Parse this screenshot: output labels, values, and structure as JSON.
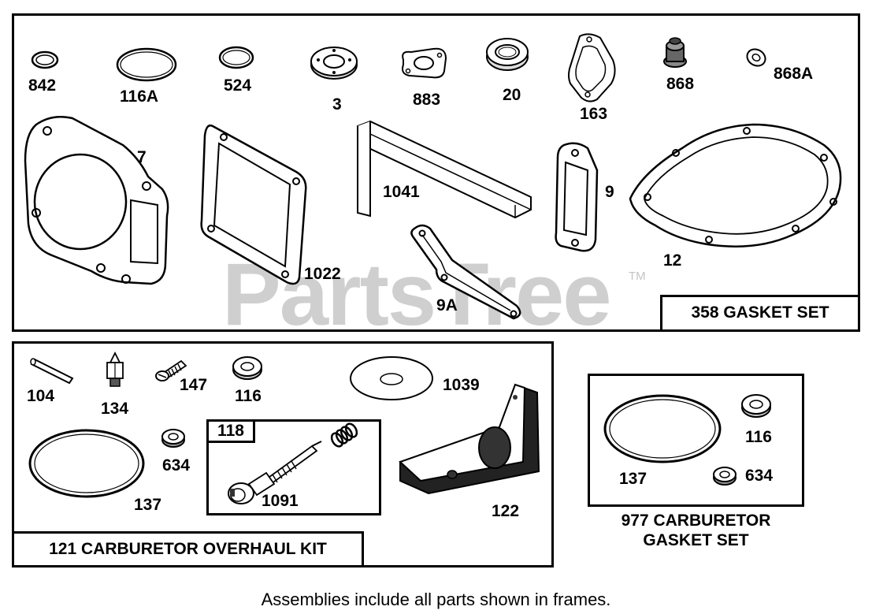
{
  "watermark": {
    "text": "PartsTree",
    "tm": "TM"
  },
  "gasket_set": {
    "title": "358 GASKET SET",
    "labels": {
      "p842": "842",
      "p116a": "116A",
      "p524": "524",
      "p3": "3",
      "p883": "883",
      "p20": "20",
      "p163": "163",
      "p868": "868",
      "p868a": "868A",
      "p7": "7",
      "p1022": "1022",
      "p1041": "1041",
      "p9": "9",
      "p9a": "9A",
      "p12": "12"
    }
  },
  "overhaul_kit": {
    "title": "121 CARBURETOR OVERHAUL KIT",
    "labels": {
      "p104": "104",
      "p134": "134",
      "p147": "147",
      "p116": "116",
      "p1039": "1039",
      "p634": "634",
      "p137": "137",
      "p122": "122"
    },
    "subassembly": {
      "title": "118",
      "label_1091": "1091"
    }
  },
  "carb_gasket_set": {
    "title_line1": "977 CARBURETOR",
    "title_line2": "GASKET SET",
    "labels": {
      "p137": "137",
      "p116": "116",
      "p634": "634"
    }
  },
  "footer": "Assemblies include all parts shown in frames."
}
